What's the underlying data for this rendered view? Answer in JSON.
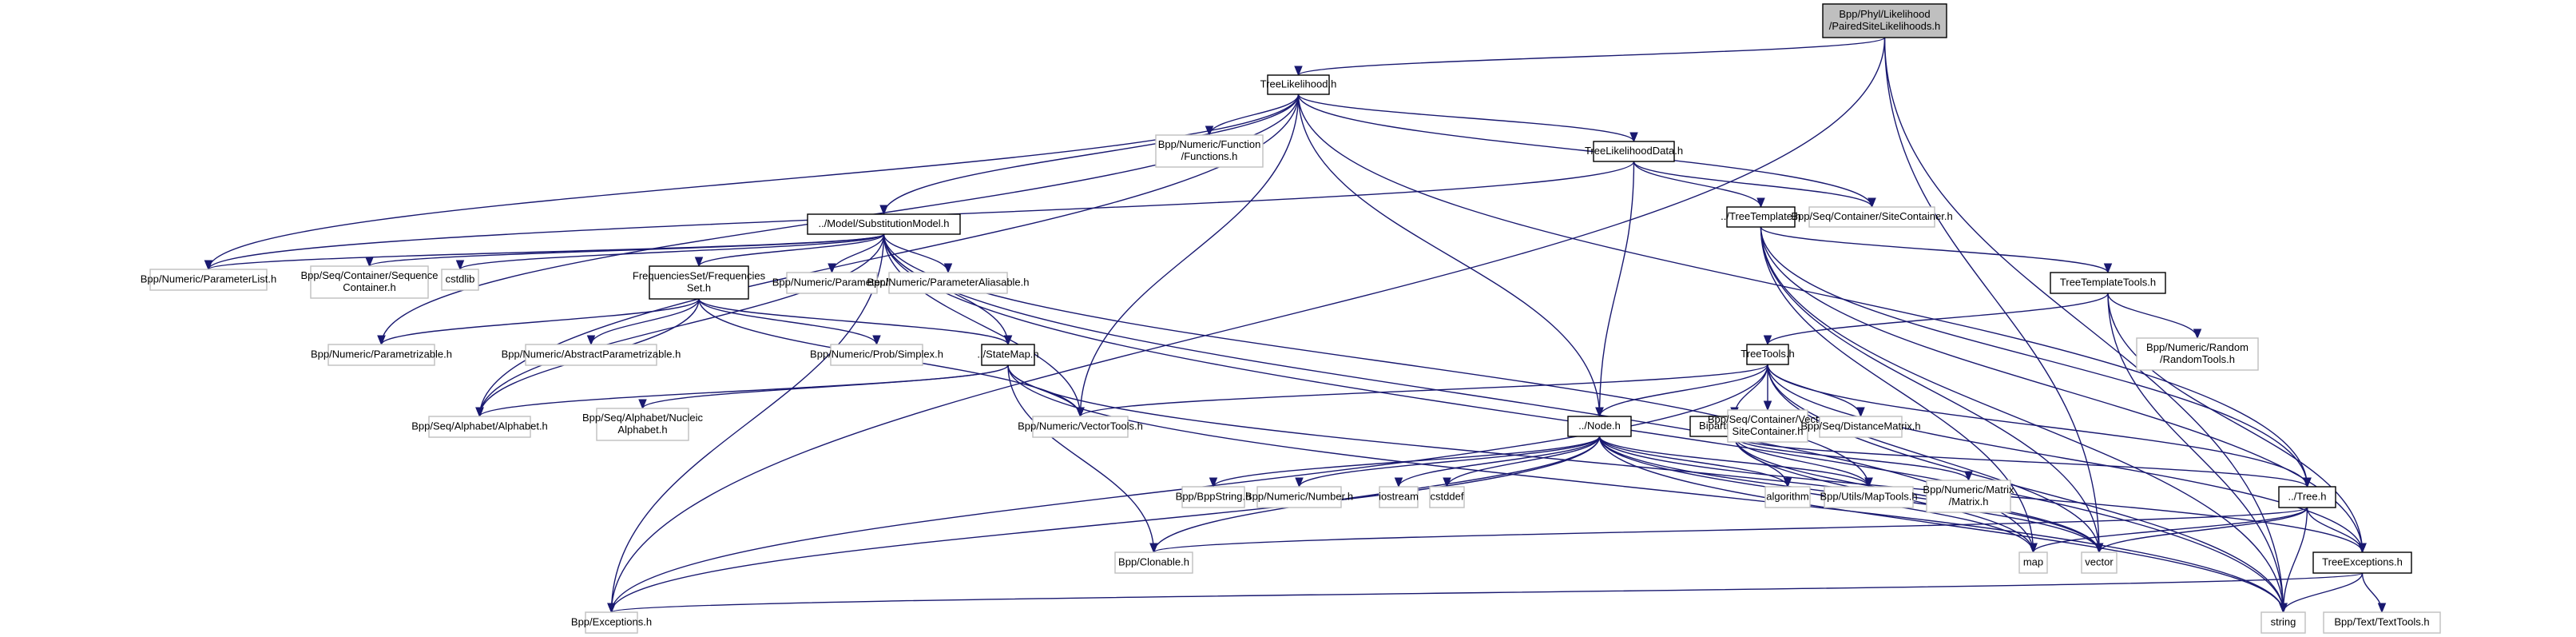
{
  "title": "Include dependency graph for Bpp/Phyl/Likelihood/PairedSiteLikelihoods.h",
  "colors": {
    "edge": "#191970",
    "root_fill": "#bfbfbf",
    "node_border": "#000000",
    "external_border": "#bfbfbf"
  },
  "nodes": [
    {
      "id": "root",
      "lines": [
        "Bpp/Phyl/Likelihood",
        "/PairedSiteLikelihoods.h"
      ],
      "kind": "root"
    },
    {
      "id": "treelikelihood",
      "lines": [
        "TreeLikelihood.h"
      ],
      "kind": "internal"
    },
    {
      "id": "functions",
      "lines": [
        "Bpp/Numeric/Function",
        "/Functions.h"
      ],
      "kind": "external"
    },
    {
      "id": "treelikelihooddata",
      "lines": [
        "TreeLikelihoodData.h"
      ],
      "kind": "internal"
    },
    {
      "id": "substitutionmodel",
      "lines": [
        "../Model/SubstitutionModel.h"
      ],
      "kind": "internal"
    },
    {
      "id": "treetemplate",
      "lines": [
        "../TreeTemplate.h"
      ],
      "kind": "internal"
    },
    {
      "id": "sitecontainer",
      "lines": [
        "Bpp/Seq/Container/SiteContainer.h"
      ],
      "kind": "external"
    },
    {
      "id": "parameterlist",
      "lines": [
        "Bpp/Numeric/ParameterList.h"
      ],
      "kind": "external"
    },
    {
      "id": "sequencecontainer",
      "lines": [
        "Bpp/Seq/Container/Sequence",
        "Container.h"
      ],
      "kind": "external"
    },
    {
      "id": "cstdlib",
      "lines": [
        "cstdlib"
      ],
      "kind": "external"
    },
    {
      "id": "frequenciesset",
      "lines": [
        "FrequenciesSet/Frequencies",
        "Set.h"
      ],
      "kind": "internal"
    },
    {
      "id": "parameter",
      "lines": [
        "Bpp/Numeric/Parameter.h"
      ],
      "kind": "external"
    },
    {
      "id": "parameteraliasable",
      "lines": [
        "Bpp/Numeric/ParameterAliasable.h"
      ],
      "kind": "external"
    },
    {
      "id": "treetemplatetools",
      "lines": [
        "TreeTemplateTools.h"
      ],
      "kind": "internal"
    },
    {
      "id": "randomtools",
      "lines": [
        "Bpp/Numeric/Random",
        "/RandomTools.h"
      ],
      "kind": "external"
    },
    {
      "id": "parametrizable",
      "lines": [
        "Bpp/Numeric/Parametrizable.h"
      ],
      "kind": "external"
    },
    {
      "id": "abstractparametrizable",
      "lines": [
        "Bpp/Numeric/AbstractParametrizable.h"
      ],
      "kind": "external"
    },
    {
      "id": "simplex",
      "lines": [
        "Bpp/Numeric/Prob/Simplex.h"
      ],
      "kind": "external"
    },
    {
      "id": "statemap",
      "lines": [
        "../StateMap.h"
      ],
      "kind": "internal"
    },
    {
      "id": "treetools",
      "lines": [
        "TreeTools.h"
      ],
      "kind": "internal"
    },
    {
      "id": "alphabet",
      "lines": [
        "Bpp/Seq/Alphabet/Alphabet.h"
      ],
      "kind": "external"
    },
    {
      "id": "nucleicalphabet",
      "lines": [
        "Bpp/Seq/Alphabet/Nucleic",
        "Alphabet.h"
      ],
      "kind": "external"
    },
    {
      "id": "vectortools",
      "lines": [
        "Bpp/Numeric/VectorTools.h"
      ],
      "kind": "external"
    },
    {
      "id": "node",
      "lines": [
        "../Node.h"
      ],
      "kind": "internal"
    },
    {
      "id": "bipartitionlist",
      "lines": [
        "BipartitionList.h"
      ],
      "kind": "internal"
    },
    {
      "id": "vectorsitecontainer",
      "lines": [
        "Bpp/Seq/Container/Vector",
        "SiteContainer.h"
      ],
      "kind": "external"
    },
    {
      "id": "distancematrix",
      "lines": [
        "Bpp/Seq/DistanceMatrix.h"
      ],
      "kind": "external"
    },
    {
      "id": "bppstring",
      "lines": [
        "Bpp/BppString.h"
      ],
      "kind": "external"
    },
    {
      "id": "number",
      "lines": [
        "Bpp/Numeric/Number.h"
      ],
      "kind": "external"
    },
    {
      "id": "iostream",
      "lines": [
        "iostream"
      ],
      "kind": "external"
    },
    {
      "id": "cstddef",
      "lines": [
        "cstddef"
      ],
      "kind": "external"
    },
    {
      "id": "algorithm",
      "lines": [
        "algorithm"
      ],
      "kind": "external"
    },
    {
      "id": "maptools",
      "lines": [
        "Bpp/Utils/MapTools.h"
      ],
      "kind": "external"
    },
    {
      "id": "matrix",
      "lines": [
        "Bpp/Numeric/Matrix",
        "/Matrix.h"
      ],
      "kind": "external"
    },
    {
      "id": "tree",
      "lines": [
        "../Tree.h"
      ],
      "kind": "internal"
    },
    {
      "id": "clonable",
      "lines": [
        "Bpp/Clonable.h"
      ],
      "kind": "external"
    },
    {
      "id": "map",
      "lines": [
        "map"
      ],
      "kind": "external"
    },
    {
      "id": "vector",
      "lines": [
        "vector"
      ],
      "kind": "external"
    },
    {
      "id": "treeexceptions",
      "lines": [
        "TreeExceptions.h"
      ],
      "kind": "internal"
    },
    {
      "id": "exceptions",
      "lines": [
        "Bpp/Exceptions.h"
      ],
      "kind": "external"
    },
    {
      "id": "string",
      "lines": [
        "string"
      ],
      "kind": "external"
    },
    {
      "id": "texttools",
      "lines": [
        "Bpp/Text/TextTools.h"
      ],
      "kind": "external"
    }
  ],
  "edges": [
    [
      "root",
      "treelikelihood"
    ],
    [
      "root",
      "exceptions"
    ],
    [
      "root",
      "vector"
    ],
    [
      "root",
      "string"
    ],
    [
      "treelikelihood",
      "functions"
    ],
    [
      "treelikelihood",
      "treelikelihooddata"
    ],
    [
      "treelikelihood",
      "substitutionmodel"
    ],
    [
      "treelikelihood",
      "sitecontainer"
    ],
    [
      "treelikelihood",
      "parameterlist"
    ],
    [
      "treelikelihood",
      "node"
    ],
    [
      "treelikelihood",
      "tree"
    ],
    [
      "treelikelihood",
      "vectortools"
    ],
    [
      "treelikelihood",
      "alphabet"
    ],
    [
      "treelikelihood",
      "parametrizable"
    ],
    [
      "treelikelihooddata",
      "treetemplate"
    ],
    [
      "treelikelihooddata",
      "sitecontainer"
    ],
    [
      "treelikelihooddata",
      "node"
    ],
    [
      "treelikelihooddata",
      "parameterlist"
    ],
    [
      "substitutionmodel",
      "parameterlist"
    ],
    [
      "substitutionmodel",
      "sequencecontainer"
    ],
    [
      "substitutionmodel",
      "cstdlib"
    ],
    [
      "substitutionmodel",
      "frequenciesset"
    ],
    [
      "substitutionmodel",
      "parameter"
    ],
    [
      "substitutionmodel",
      "parameteraliasable"
    ],
    [
      "substitutionmodel",
      "statemap"
    ],
    [
      "substitutionmodel",
      "vectortools"
    ],
    [
      "substitutionmodel",
      "alphabet"
    ],
    [
      "substitutionmodel",
      "exceptions"
    ],
    [
      "substitutionmodel",
      "maptools"
    ],
    [
      "substitutionmodel",
      "map"
    ],
    [
      "substitutionmodel",
      "string"
    ],
    [
      "frequenciesset",
      "parametrizable"
    ],
    [
      "frequenciesset",
      "abstractparametrizable"
    ],
    [
      "frequenciesset",
      "simplex"
    ],
    [
      "frequenciesset",
      "statemap"
    ],
    [
      "frequenciesset",
      "alphabet"
    ],
    [
      "frequenciesset",
      "vectortools"
    ],
    [
      "treetemplate",
      "treetemplatetools"
    ],
    [
      "treetemplate",
      "tree"
    ],
    [
      "treetemplate",
      "treeexceptions"
    ],
    [
      "treetemplate",
      "map"
    ],
    [
      "treetemplate",
      "vector"
    ],
    [
      "treetemplate",
      "string"
    ],
    [
      "treetemplatetools",
      "treetools"
    ],
    [
      "treetemplatetools",
      "randomtools"
    ],
    [
      "treetemplatetools",
      "treeexceptions"
    ],
    [
      "treetemplatetools",
      "string"
    ],
    [
      "statemap",
      "alphabet"
    ],
    [
      "statemap",
      "nucleicalphabet"
    ],
    [
      "statemap",
      "vectortools"
    ],
    [
      "statemap",
      "clonable"
    ],
    [
      "statemap",
      "string"
    ],
    [
      "statemap",
      "vector"
    ],
    [
      "treetools",
      "node"
    ],
    [
      "treetools",
      "bipartitionlist"
    ],
    [
      "treetools",
      "vectorsitecontainer"
    ],
    [
      "treetools",
      "distancematrix"
    ],
    [
      "treetools",
      "tree"
    ],
    [
      "treetools",
      "vectortools"
    ],
    [
      "treetools",
      "treeexceptions"
    ],
    [
      "treetools",
      "exceptions"
    ],
    [
      "treetools",
      "string"
    ],
    [
      "treetools",
      "vector"
    ],
    [
      "node",
      "bppstring"
    ],
    [
      "node",
      "number"
    ],
    [
      "node",
      "iostream"
    ],
    [
      "node",
      "cstddef"
    ],
    [
      "node",
      "algorithm"
    ],
    [
      "node",
      "maptools"
    ],
    [
      "node",
      "clonable"
    ],
    [
      "node",
      "map"
    ],
    [
      "node",
      "vector"
    ],
    [
      "node",
      "string"
    ],
    [
      "node",
      "treeexceptions"
    ],
    [
      "node",
      "exceptions"
    ],
    [
      "bipartitionlist",
      "algorithm"
    ],
    [
      "bipartitionlist",
      "maptools"
    ],
    [
      "bipartitionlist",
      "matrix"
    ],
    [
      "bipartitionlist",
      "tree"
    ],
    [
      "bipartitionlist",
      "map"
    ],
    [
      "bipartitionlist",
      "vector"
    ],
    [
      "tree",
      "clonable"
    ],
    [
      "tree",
      "map"
    ],
    [
      "tree",
      "vector"
    ],
    [
      "tree",
      "treeexceptions"
    ],
    [
      "tree",
      "string"
    ],
    [
      "treeexceptions",
      "string"
    ],
    [
      "treeexceptions",
      "texttools"
    ],
    [
      "treeexceptions",
      "exceptions"
    ]
  ]
}
